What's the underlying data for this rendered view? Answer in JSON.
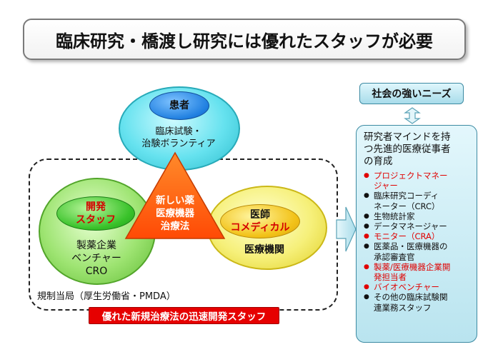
{
  "title": "臨床研究・橋渡し研究には優れたスタッフが必要",
  "patient": {
    "label": "患者",
    "sub_line1": "臨床試験・",
    "sub_line2": "治験ボランティア"
  },
  "development": {
    "label_line1": "開発",
    "label_line2": "スタッフ",
    "sub_line1": "製薬企業",
    "sub_line2": "ベンチャー",
    "sub_line3": "CRO"
  },
  "doctor": {
    "label_line1": "医師",
    "label_line2": "コメディカル",
    "sub": "医療機関"
  },
  "center": {
    "line1": "新しい薬",
    "line2": "医療機器",
    "line3": "治療法"
  },
  "regulator": "規制当局（厚生労働省・PMDA）",
  "bottom_banner": "優れた新規治療法の迅速開発スタッフ",
  "needs": "社会の強いニーズ",
  "staff": {
    "heading_line1": "研究者マインドを持",
    "heading_line2": "つ先進的医療従事者",
    "heading_line3": "の育成",
    "items": [
      {
        "line1": "プロジェクトマネー",
        "line2": "ジャー",
        "highlight": true
      },
      {
        "line1": "臨床研究コーディ",
        "line2": "ネーター（CRC）",
        "highlight": false
      },
      {
        "line1": "生物統計家",
        "line2": "",
        "highlight": false
      },
      {
        "line1": "データマネージャー",
        "line2": "",
        "highlight": false
      },
      {
        "line1": "モニター（CRA）",
        "line2": "",
        "highlight": true
      },
      {
        "line1": "医薬品・医療機器の",
        "line2": "承認審査官",
        "highlight": false
      },
      {
        "line1": "製薬/医療機器企業開",
        "line2": "発担当者",
        "highlight": true
      },
      {
        "line1": "バイオベンチャー",
        "line2": "",
        "highlight": true
      },
      {
        "line1": "その他の臨床試験関",
        "line2": "連業務スタッフ",
        "highlight": false
      }
    ]
  },
  "colors": {
    "red": "#e60000",
    "triangle": "#ff5a0a",
    "patient": "#66e2ef",
    "development": "#9ee472",
    "doctor": "#f6f07a",
    "panel": "#b9e4ef"
  }
}
